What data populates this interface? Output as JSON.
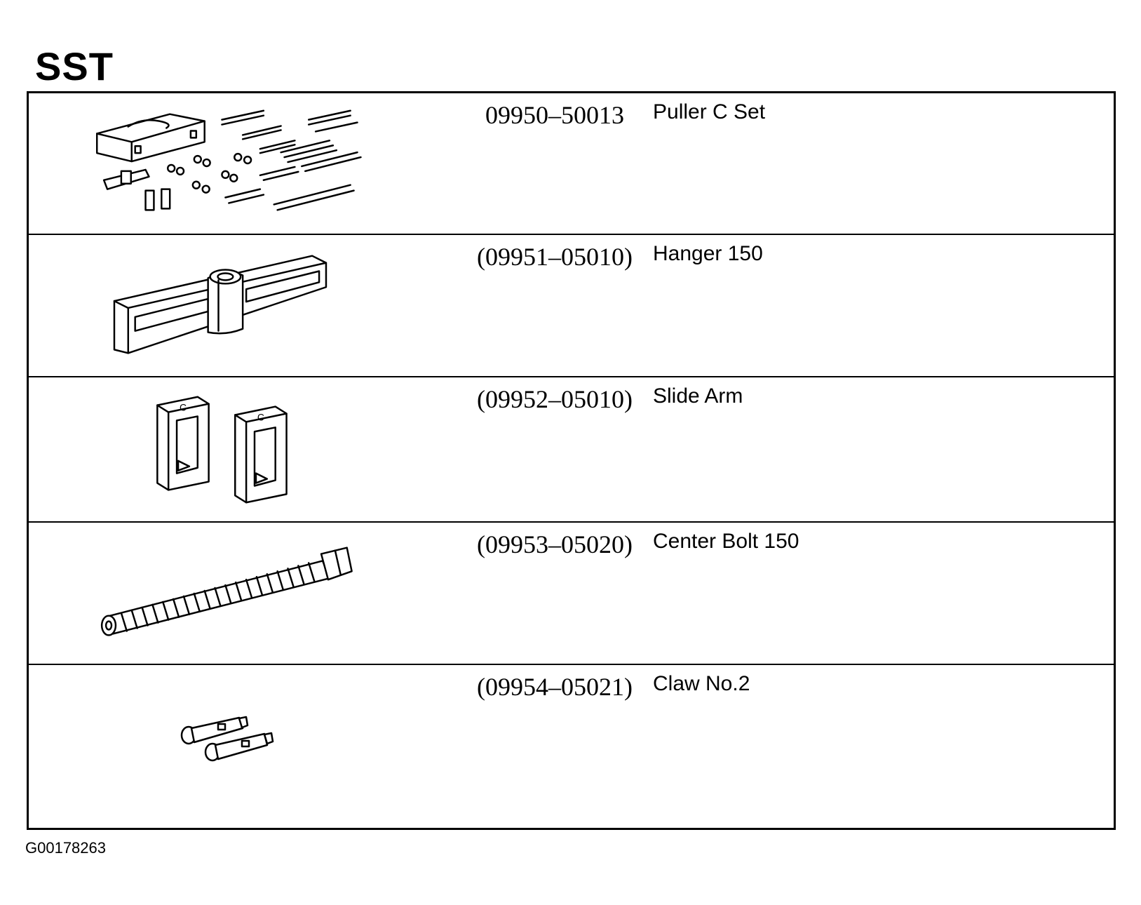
{
  "page": {
    "title": "SST",
    "figure_code": "G00178263"
  },
  "tools": [
    {
      "part_number": "09950–50013",
      "name": "Puller C Set",
      "icon": "puller-c-set-icon"
    },
    {
      "part_number": "(09951–05010)",
      "name": "Hanger 150",
      "icon": "hanger-icon"
    },
    {
      "part_number": "(09952–05010)",
      "name": "Slide Arm",
      "icon": "slide-arm-icon"
    },
    {
      "part_number": "(09953–05020)",
      "name": "Center Bolt 150",
      "icon": "center-bolt-icon"
    },
    {
      "part_number": "(09954–05021)",
      "name": "Claw No.2",
      "icon": "claw-icon"
    }
  ]
}
